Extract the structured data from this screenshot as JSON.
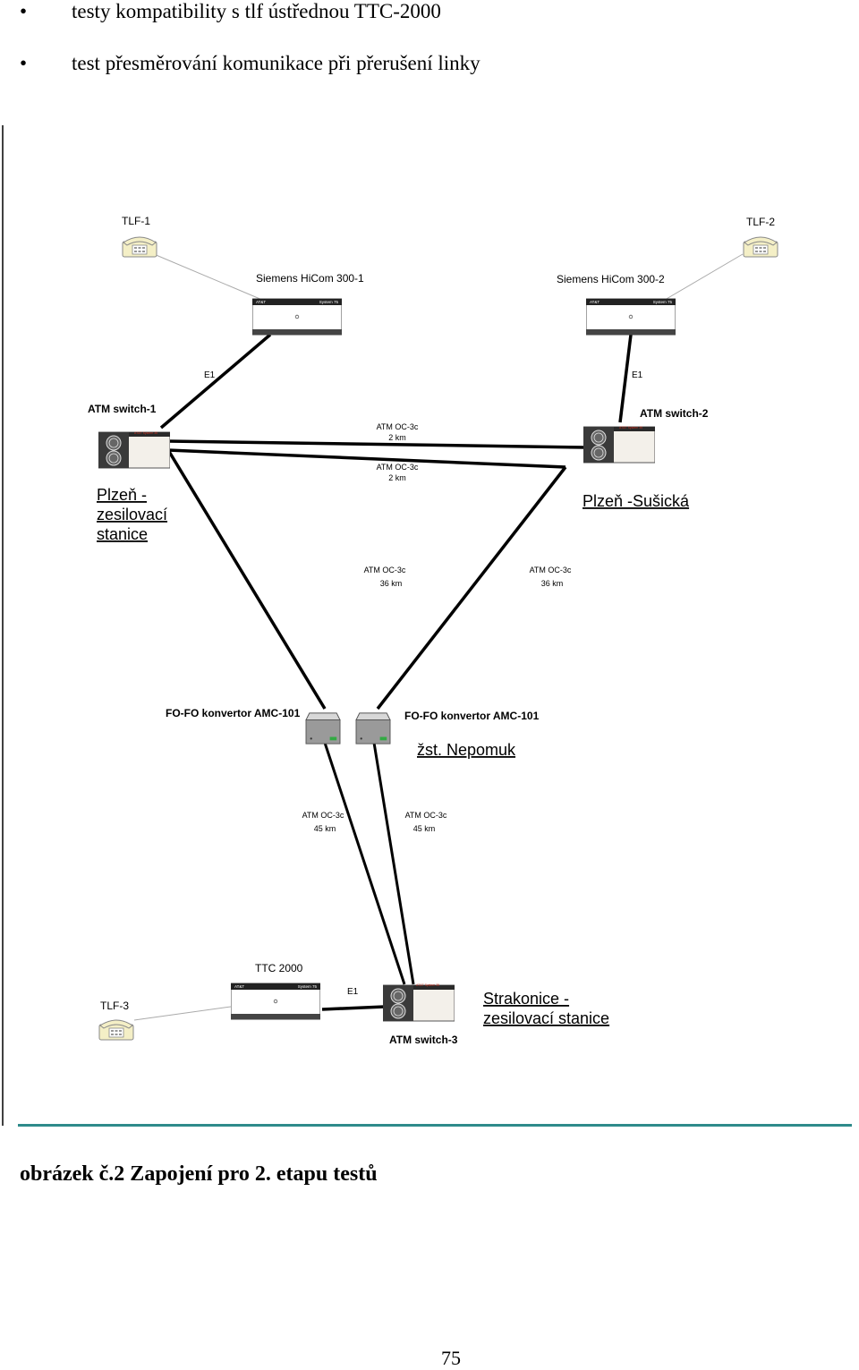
{
  "bullets": [
    {
      "symbol": "•",
      "text": "testy kompatibility s tlf ústřednou TTC-2000"
    },
    {
      "symbol": "•",
      "text": "test přesměrování komunikace při přerušení linky"
    }
  ],
  "diagram": {
    "tlf1": "TLF-1",
    "tlf2": "TLF-2",
    "tlf3": "TLF-3",
    "hicom1": "Siemens HiCom 300-1",
    "hicom2": "Siemens HiCom 300-2",
    "ttc": "TTC 2000",
    "e1_left": "E1",
    "e1_right": "E1",
    "e1_bottom": "E1",
    "atm1": "ATM switch-1",
    "atm2": "ATM switch-2",
    "atm3": "ATM switch-3",
    "link_top_a": {
      "type": "ATM OC-3c",
      "dist": "2 km"
    },
    "link_top_b": {
      "type": "ATM OC-3c",
      "dist": "2 km"
    },
    "link_mid_a": {
      "type": "ATM OC-3c",
      "dist": "36 km"
    },
    "link_mid_b": {
      "type": "ATM OC-3c",
      "dist": "36 km"
    },
    "link_low_a": {
      "type": "ATM OC-3c",
      "dist": "45 km"
    },
    "link_low_b": {
      "type": "ATM OC-3c",
      "dist": "45 km"
    },
    "site_plzen_zes": [
      "Plzeň -",
      "zesilovací",
      "stanice"
    ],
    "site_plzen_sus": "Plzeň -Sušická",
    "site_nepomuk": "žst. Nepomuk",
    "site_strakonice": [
      "Strakonice -",
      "zesilovací stanice"
    ],
    "fofo_left": "FO-FO konvertor AMC-101",
    "fofo_right": "FO-FO konvertor AMC-101",
    "pbx_brand": "AT&T",
    "pbx_model": "System 75",
    "atm_brand": "AT&T System 35"
  },
  "caption": "obrázek č.2 Zapojení pro 2. etapu testů",
  "page_number": "75",
  "colors": {
    "rule": "#2e8b8b",
    "atm_label": "#cc3322"
  }
}
